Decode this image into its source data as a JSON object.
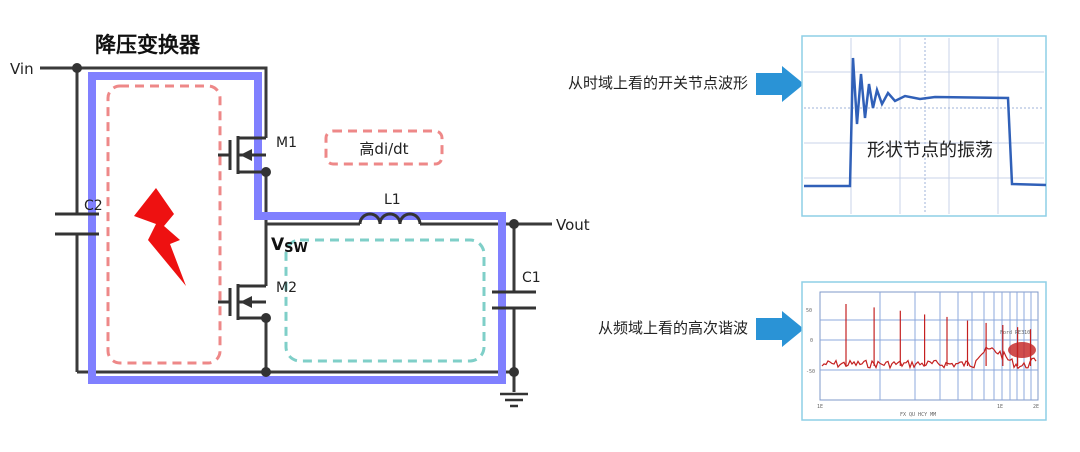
{
  "circuit": {
    "title": "降压变换器",
    "vin": "Vin",
    "vout": "Vout",
    "vsw_main": "V",
    "vsw_sub": "SW",
    "m1": "M1",
    "m2": "M2",
    "l1": "L1",
    "c1": "C1",
    "c2": "C2",
    "high_didt": "高di/dt"
  },
  "panels": {
    "time_domain_label": "从时域上看的开关节点波形",
    "ringing_label": "形状节点的振荡",
    "freq_domain_label": "从频域上看的高次谐波",
    "spectrum": {
      "y_ticks": [
        "50",
        "0",
        "-50"
      ],
      "x_ticks": [
        "1E",
        "1E",
        "2E"
      ],
      "corner_text": "Ford RE310",
      "footer_text": "FX QU HCY  MM"
    }
  },
  "colors": {
    "loop_blue": "#8080ff",
    "hot_loop_pink": "#ee8888",
    "loop_teal": "#7fcfc8",
    "bolt_red": "#ee1111",
    "arrow_blue": "#2a93d6",
    "waveform_blue": "#3060b8",
    "spectrum_red": "#c42020"
  }
}
